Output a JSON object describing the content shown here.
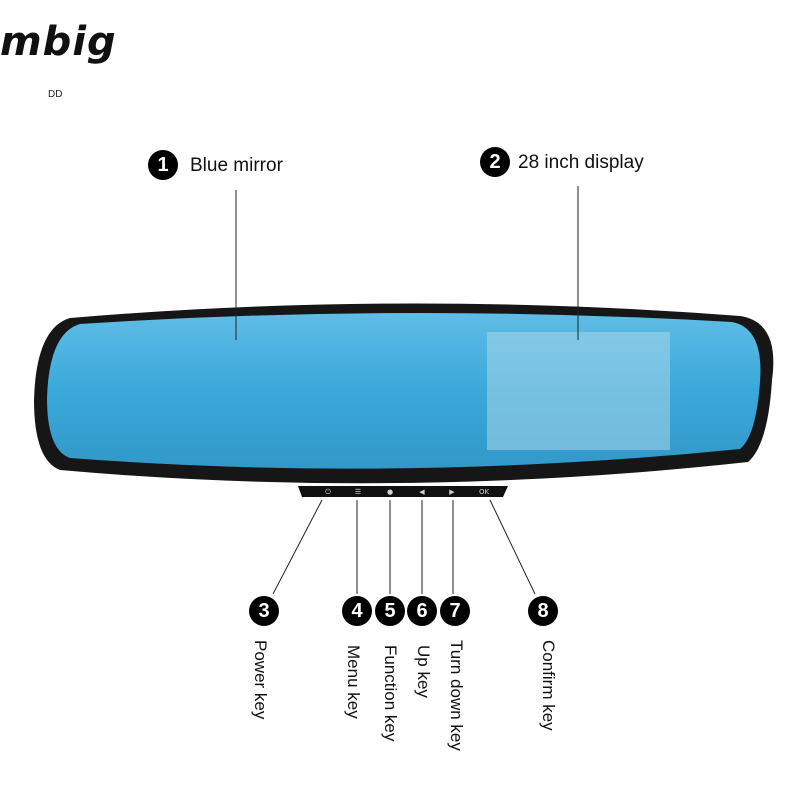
{
  "brand": {
    "logo": "mbig",
    "sub": "DD"
  },
  "callouts": [
    {
      "num": "1",
      "label": "Blue mirror"
    },
    {
      "num": "2",
      "label": "28 inch display"
    },
    {
      "num": "3",
      "label": "Power key"
    },
    {
      "num": "4",
      "label": "Menu key"
    },
    {
      "num": "5",
      "label": "Function key"
    },
    {
      "num": "6",
      "label": "Up key"
    },
    {
      "num": "7",
      "label": "Turn down key"
    },
    {
      "num": "8",
      "label": "Confirm key"
    }
  ],
  "buttons": [
    {
      "icon": "power-icon",
      "glyph": "⏻"
    },
    {
      "icon": "menu-icon",
      "glyph": "☰"
    },
    {
      "icon": "function-icon",
      "glyph": "●"
    },
    {
      "icon": "up-arrow-icon",
      "glyph": "◀"
    },
    {
      "icon": "down-arrow-icon",
      "glyph": "▶"
    },
    {
      "icon": "ok-icon",
      "glyph": "OK"
    }
  ],
  "colors": {
    "mirror": "#3fa9d8",
    "frame": "#161616",
    "display": "#8ec7e2"
  }
}
